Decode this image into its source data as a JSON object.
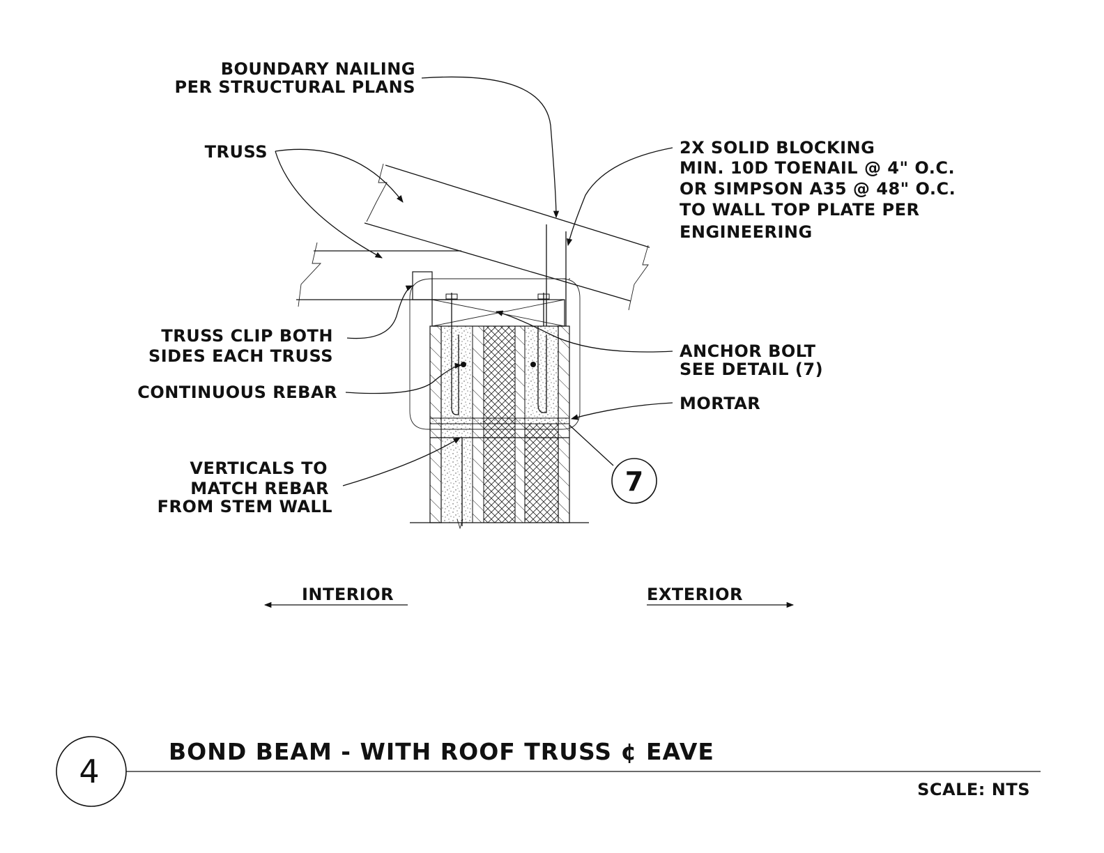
{
  "detail": {
    "number": "4",
    "title": "BOND BEAM - WITH ROOF TRUSS ¢ EAVE",
    "scale": "SCALE: NTS",
    "detail_ref": "7"
  },
  "callouts": {
    "boundary_nailing": [
      "BOUNDARY NAILING",
      "PER STRUCTURAL PLANS"
    ],
    "truss": [
      "TRUSS"
    ],
    "solid_blocking": [
      "2X SOLID BLOCKING",
      "MIN. 10D TOENAIL @ 4\" O.C.",
      "OR SIMPSON A35 @ 48\" O.C.",
      "TO WALL TOP PLATE PER",
      "ENGINEERING"
    ],
    "truss_clip": [
      "TRUSS CLIP BOTH",
      "SIDES EACH TRUSS"
    ],
    "anchor_bolt": [
      "ANCHOR BOLT",
      "SEE DETAIL (7)"
    ],
    "continuous_rebar": [
      "CONTINUOUS REBAR"
    ],
    "mortar": [
      "MORTAR"
    ],
    "verticals": [
      "VERTICALS TO",
      "MATCH REBAR",
      "FROM STEM WALL"
    ]
  },
  "directions": {
    "interior": "INTERIOR",
    "exterior": "EXTERIOR"
  },
  "colors": {
    "ink": "#111111",
    "paper": "#ffffff"
  }
}
